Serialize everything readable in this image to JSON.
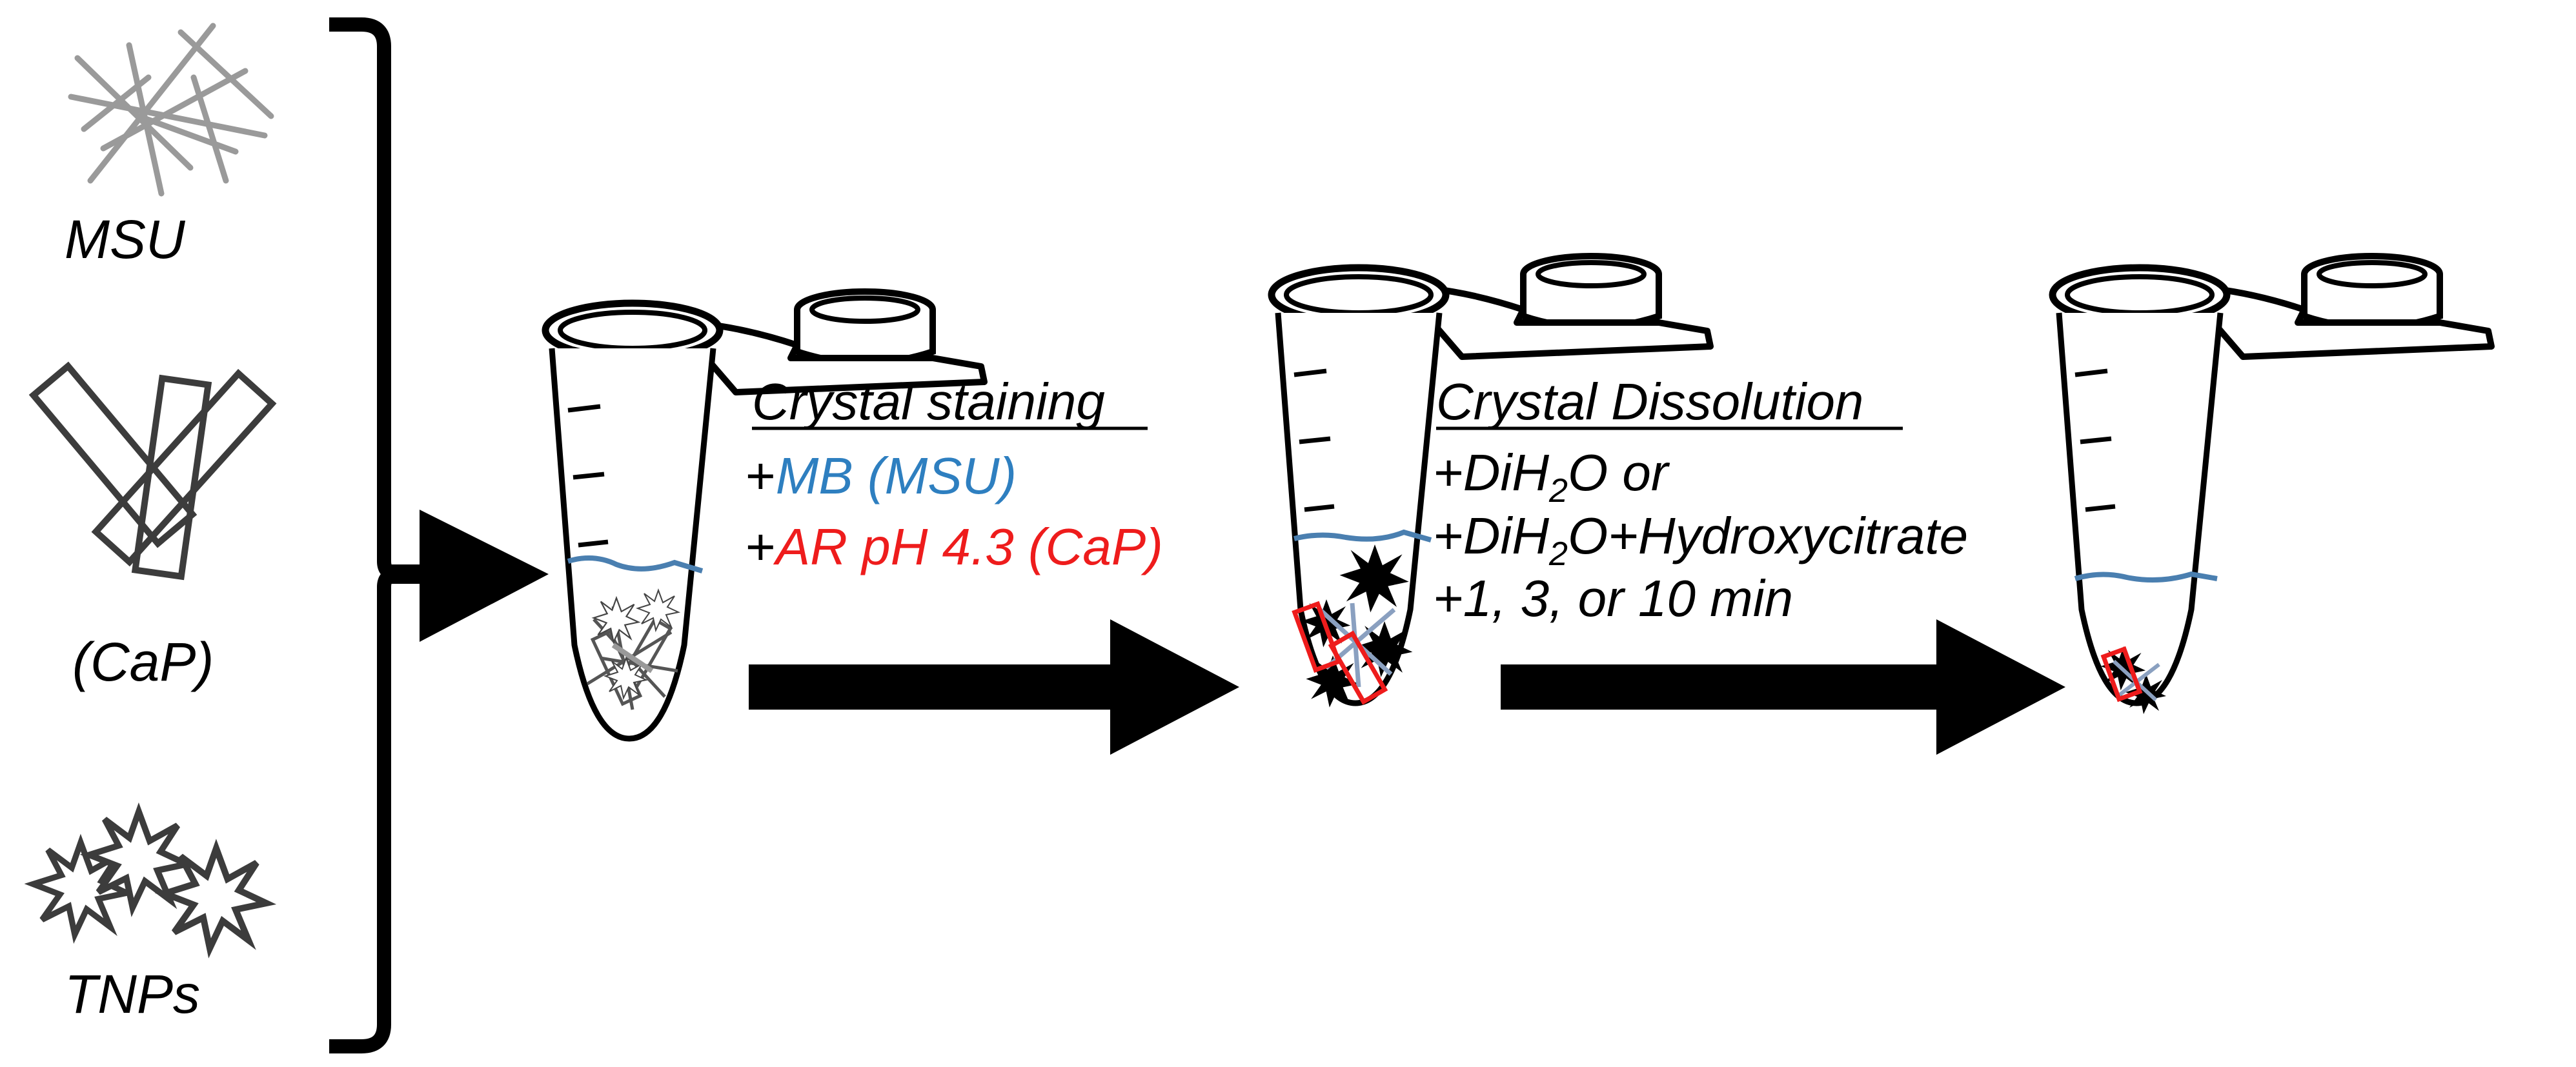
{
  "colors": {
    "mb_blue": "#2e7fc0",
    "ar_red": "#ee1c1c",
    "arrow": "#000000",
    "crystal_gray": "#8c8c8c",
    "liquid_blue": "#4a7fb0"
  },
  "crystal_types": [
    {
      "label": "MSU",
      "icon": "needle-crystals-icon"
    },
    {
      "label": "(CaP)",
      "icon": "rod-crystals-icon"
    },
    {
      "label": "TNPs",
      "icon": "starburst-particles-icon"
    }
  ],
  "steps": {
    "staining": {
      "title": "Crystal staining",
      "line1_prefix": "+",
      "line1_reagent": "MB (MSU)",
      "line2_prefix": "+",
      "line2_reagent": "AR pH 4.3 (CaP)"
    },
    "dissolution": {
      "title": "Crystal Dissolution",
      "line1_a": "+DiH",
      "line1_sub": "2",
      "line1_b": "O or",
      "line2_a": "+DiH",
      "line2_sub": "2",
      "line2_b": "O+Hydroxycitrate",
      "line3": "+1, 3, or 10 min"
    }
  },
  "icons": [
    "bracket-icon",
    "tube-icon",
    "arrow-icon"
  ]
}
